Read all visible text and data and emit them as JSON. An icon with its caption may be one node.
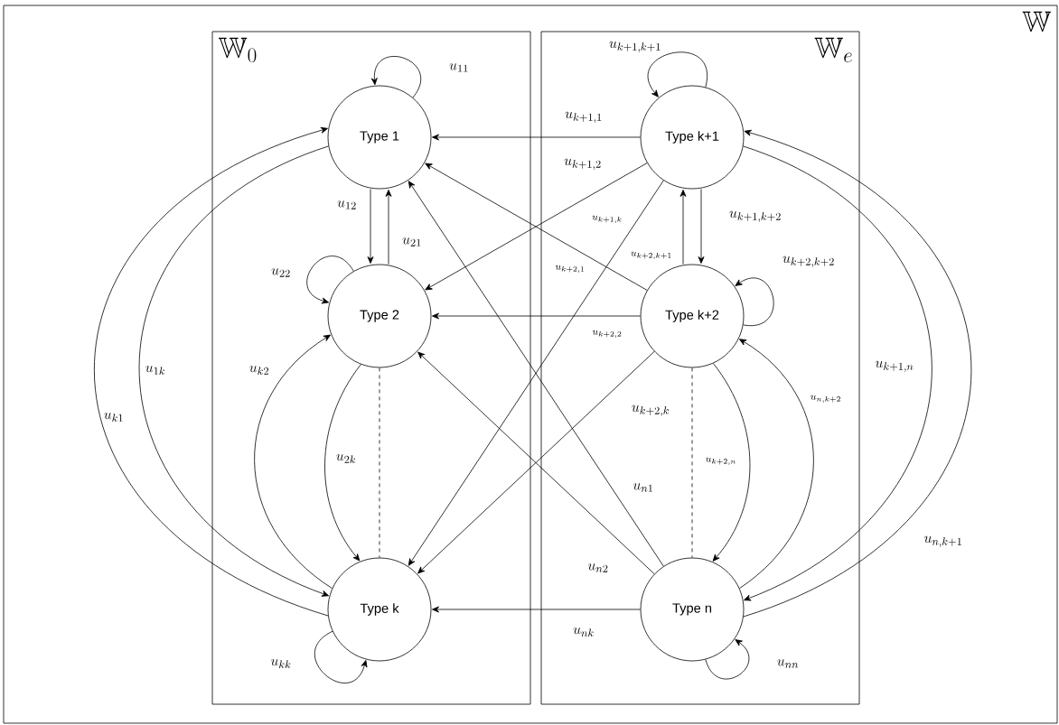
{
  "diagram": {
    "nodes": [
      {
        "text": [
          "\\mathbb{W}"
        ]
      },
      {
        "text": [
          "\\mathbb{W}_0"
        ],
        "in": 0
      },
      {
        "text": [
          "\\mathbb{W}_e"
        ],
        "in": 0
      },
      {
        "text": [
          "Type 1"
        ],
        "in": 1
      },
      {
        "text": [
          "Type 2"
        ],
        "in": 1
      },
      {
        "text": [
          "Type k"
        ],
        "in": 1
      },
      {
        "text": [
          "Type k+1"
        ],
        "in": 2
      },
      {
        "text": [
          "Type k+2"
        ],
        "in": 2
      },
      {
        "text": [
          "Type n"
        ],
        "in": 2
      }
    ],
    "edges": [
      {
        "from": 3,
        "to": 3,
        "arrow": "to",
        "label": "u_{11}"
      },
      {
        "from": 3,
        "to": 4,
        "arrow": "to",
        "label": "u_{12}"
      },
      {
        "from": 4,
        "to": 3,
        "arrow": "to",
        "label": "u_{21}"
      },
      {
        "from": 4,
        "to": 4,
        "arrow": "to",
        "label": "u_{22}"
      },
      {
        "from": 4,
        "to": 5,
        "arrow": "none",
        "style": "dashed"
      },
      {
        "from": 4,
        "to": 5,
        "arrow": "to",
        "label": "u_{2k}"
      },
      {
        "from": 5,
        "to": 4,
        "arrow": "to",
        "label": "u_{k2}"
      },
      {
        "from": 3,
        "to": 5,
        "arrow": "to",
        "label": "u_{1k}"
      },
      {
        "from": 5,
        "to": 3,
        "arrow": "to",
        "label": "u_{k1}"
      },
      {
        "from": 5,
        "to": 5,
        "arrow": "to",
        "label": "u_{kk}"
      },
      {
        "from": 6,
        "to": 6,
        "arrow": "to",
        "label": "u_{k+1,k+1}"
      },
      {
        "from": 6,
        "to": 3,
        "arrow": "to",
        "label": "u_{k+1,1}"
      },
      {
        "from": 6,
        "to": 4,
        "arrow": "to",
        "label": "u_{k+1,2}"
      },
      {
        "from": 6,
        "to": 5,
        "arrow": "to",
        "label": "u_{k+1,k}"
      },
      {
        "from": 6,
        "to": 7,
        "arrow": "to",
        "label": "u_{k+1,k+2}"
      },
      {
        "from": 7,
        "to": 6,
        "arrow": "to",
        "label": "u_{k+2,k+1}"
      },
      {
        "from": 7,
        "to": 3,
        "arrow": "to",
        "label": "u_{k+2,1}"
      },
      {
        "from": 7,
        "to": 4,
        "arrow": "to",
        "label": "u_{k+2,2}"
      },
      {
        "from": 7,
        "to": 5,
        "arrow": "to",
        "label": "u_{k+2,k}"
      },
      {
        "from": 7,
        "to": 7,
        "arrow": "to",
        "label": "u_{k+2,k+2}"
      },
      {
        "from": 7,
        "to": 8,
        "arrow": "none",
        "style": "dashed"
      },
      {
        "from": 7,
        "to": 8,
        "arrow": "to",
        "label": "u_{k+2,n}"
      },
      {
        "from": 8,
        "to": 7,
        "arrow": "to",
        "label": "u_{n,k+2}"
      },
      {
        "from": 6,
        "to": 8,
        "arrow": "to",
        "label": "u_{k+1,n}"
      },
      {
        "from": 8,
        "to": 6,
        "arrow": "to",
        "label": "u_{n,k+1}"
      },
      {
        "from": 8,
        "to": 3,
        "arrow": "to",
        "label": "u_{n1}"
      },
      {
        "from": 8,
        "to": 4,
        "arrow": "to",
        "label": "u_{n2}"
      },
      {
        "from": 8,
        "to": 5,
        "arrow": "to",
        "label": "u_{nk}"
      },
      {
        "from": 8,
        "to": 8,
        "arrow": "to",
        "label": "u_{nn}"
      }
    ]
  }
}
